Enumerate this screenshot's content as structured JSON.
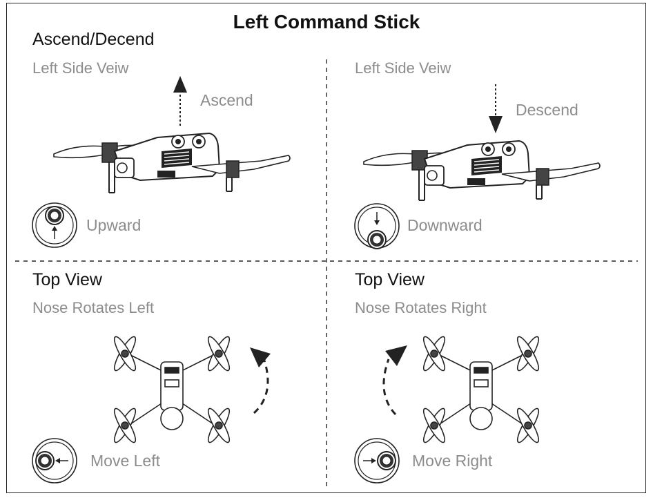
{
  "title": "Left Command Stick",
  "panels": {
    "top_left": {
      "heading": "Ascend/Decend",
      "subheading": "Left Side Veiw",
      "arrow_label": "Ascend",
      "stick_label": "Upward"
    },
    "top_right": {
      "subheading": "Left Side Veiw",
      "arrow_label": "Descend",
      "stick_label": "Downward"
    },
    "bottom_left": {
      "heading": "Top View",
      "subheading": "Nose Rotates Left",
      "stick_label": "Move Left"
    },
    "bottom_right": {
      "heading": "Top View",
      "subheading": "Nose Rotates Right",
      "stick_label": "Move Right"
    }
  },
  "colors": {
    "text": "#111111",
    "muted": "#8c8c8c",
    "line": "#222222"
  }
}
